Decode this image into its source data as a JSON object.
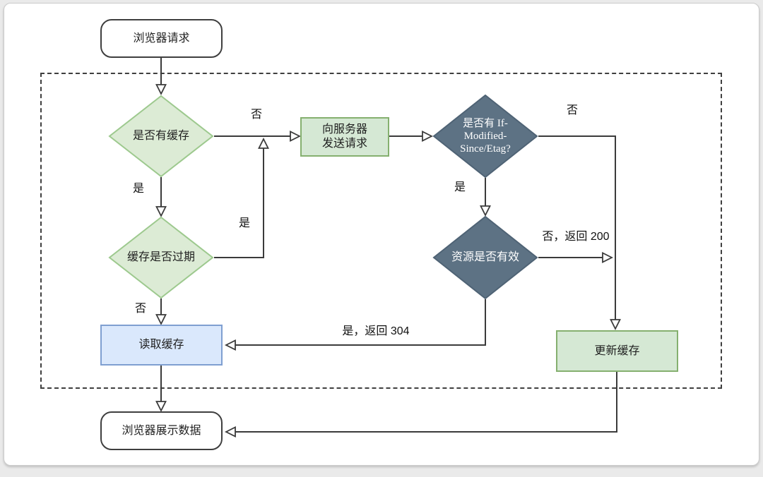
{
  "diagram": {
    "nodes": {
      "browser_request": {
        "label": "浏览器请求"
      },
      "has_cache": {
        "label": "是否有缓存"
      },
      "send_request": {
        "lines": [
          "向服务器",
          "发送请求"
        ]
      },
      "if_modified": {
        "lines": [
          "是否有 If-",
          "Modified-",
          "Since/Etag?"
        ]
      },
      "cache_expired": {
        "label": "缓存是否过期"
      },
      "resource_valid": {
        "label": "资源是否有效"
      },
      "read_cache": {
        "label": "读取缓存"
      },
      "update_cache": {
        "label": "更新缓存"
      },
      "browser_display": {
        "label": "浏览器展示数据"
      }
    },
    "edge_labels": {
      "has_cache_no": "否",
      "has_cache_yes": "是",
      "if_modified_no": "否",
      "if_modified_yes": "是",
      "cache_expired_yes": "是",
      "cache_expired_no": "否",
      "resource_valid_no": "否，返回 200",
      "resource_valid_yes": "是，返回 304"
    },
    "colors": {
      "green_fill": "#d5e8d4",
      "green_box_stroke": "#85b06f",
      "green_diamond_fill": "#dcebd5",
      "green_diamond_stroke": "#9dc98e",
      "blue_fill": "#dae8fc",
      "blue_stroke": "#7f9fd1",
      "dark_diamond_fill": "#5d7284",
      "dark_diamond_stroke": "#4f6375",
      "connector": "#3b3b3b",
      "dashed_border": "#3f3f3f"
    }
  }
}
